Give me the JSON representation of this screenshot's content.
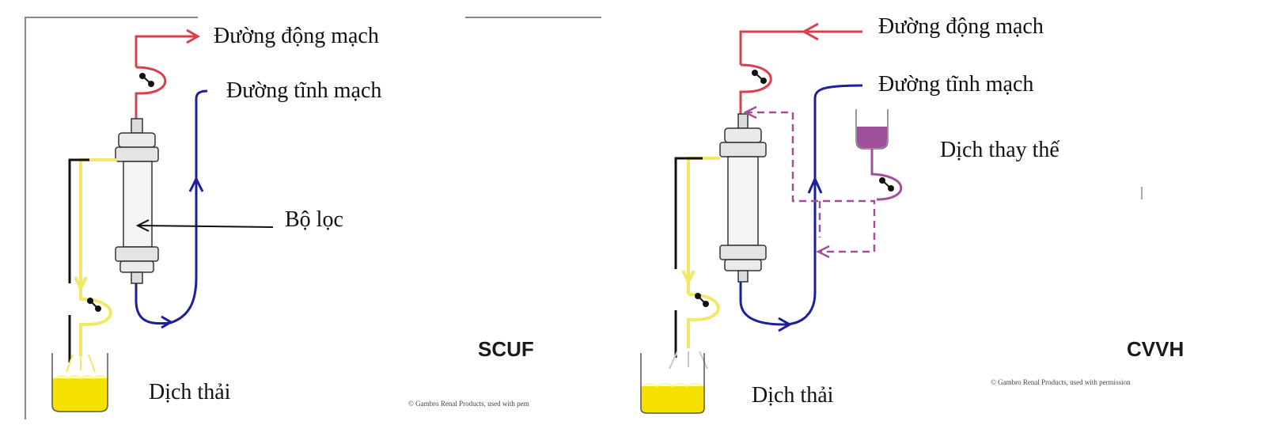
{
  "colors": {
    "arterial": "#d8404e",
    "venous": "#1e1e9a",
    "effluent": "#f2e766",
    "effluent_fluid": "#f5e100",
    "replacement": "#a0509a",
    "frame": "#111111"
  },
  "left": {
    "arterial_label": "Đường động mạch",
    "venous_label": "Đường tĩnh mạch",
    "filter_label": "Bộ lọc",
    "mode_label": "SCUF",
    "waste_label": "Dịch thải",
    "copyright": "© Gambro Renal Products, used with pem"
  },
  "right": {
    "arterial_label": "Đường động mạch",
    "venous_label": "Đường tĩnh mạch",
    "replacement_label": "Dịch thay thế",
    "mode_label": "CVVH",
    "waste_label": "Dịch thải",
    "copyright": "© Gambro Renal Products, used with permission"
  }
}
